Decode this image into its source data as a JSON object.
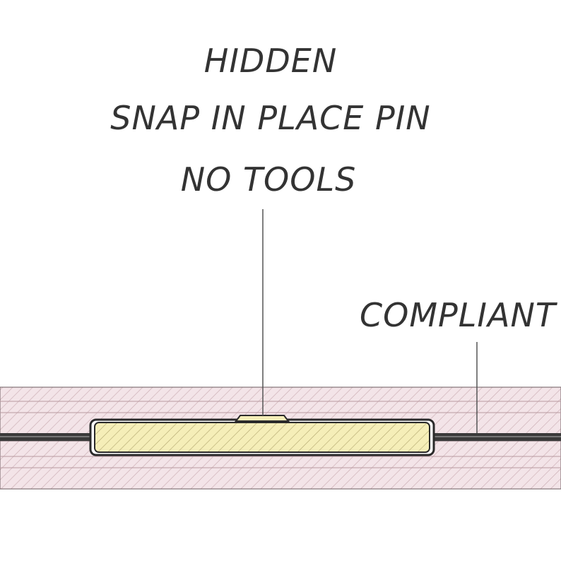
{
  "callout_top": {
    "line1": "HIDDEN",
    "line2": "SNAP IN PLACE PIN",
    "line3": "NO TOOLS"
  },
  "callout_right": {
    "text": "COMPLIANT"
  },
  "colors": {
    "background": "#ffffff",
    "panel_fill": "#f3e4e8",
    "panel_hatch": "#c9a9b0",
    "pin_fill": "#f5eeb8",
    "pin_hatch": "#b1a56c",
    "outline": "#2a2a2a",
    "leader": "#555555",
    "text": "#333333"
  }
}
